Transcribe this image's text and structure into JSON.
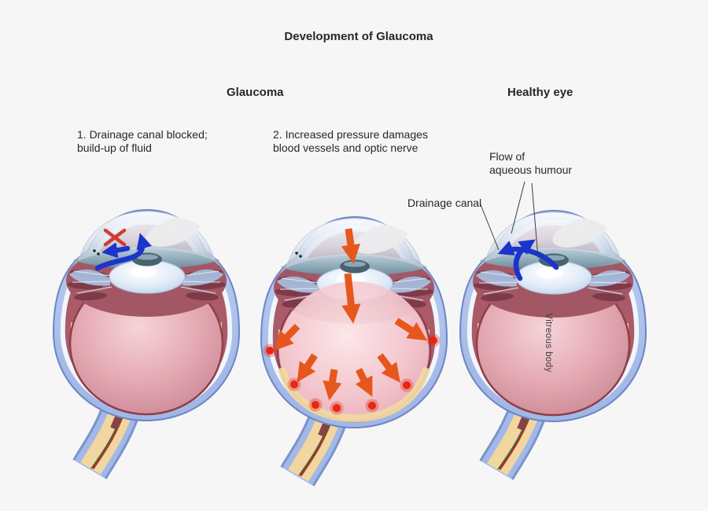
{
  "title": "Development of Glaucoma",
  "headers": {
    "glaucoma": "Glaucoma",
    "healthy": "Healthy eye"
  },
  "captions": {
    "step1_line1": "1. Drainage canal blocked;",
    "step1_line2": "build-up of fluid",
    "step2_line1": "2. Increased pressure damages",
    "step2_line2": "blood vessels and optic nerve"
  },
  "labels": {
    "flow_line1": "Flow of",
    "flow_line2": "aqueous humour",
    "drainage_canal": "Drainage canal",
    "vitreous_body": "Vitreous body"
  },
  "colors": {
    "background": "#f6f6f6",
    "text": "#29262a",
    "flow_arrow_blue": "#1b34cb",
    "blocked_x_red": "#d32d22",
    "pressure_arrow_orange": "#e6571c",
    "damaged_vessel_red": "#e52713",
    "sclera_blue": "#a3b9e8",
    "choroid_rose": "#ab5a68",
    "vitreous_pink": "#e5aab4",
    "optic_nerve_tan": "#f1d6a0",
    "pointer_line": "#3d3d3d"
  }
}
